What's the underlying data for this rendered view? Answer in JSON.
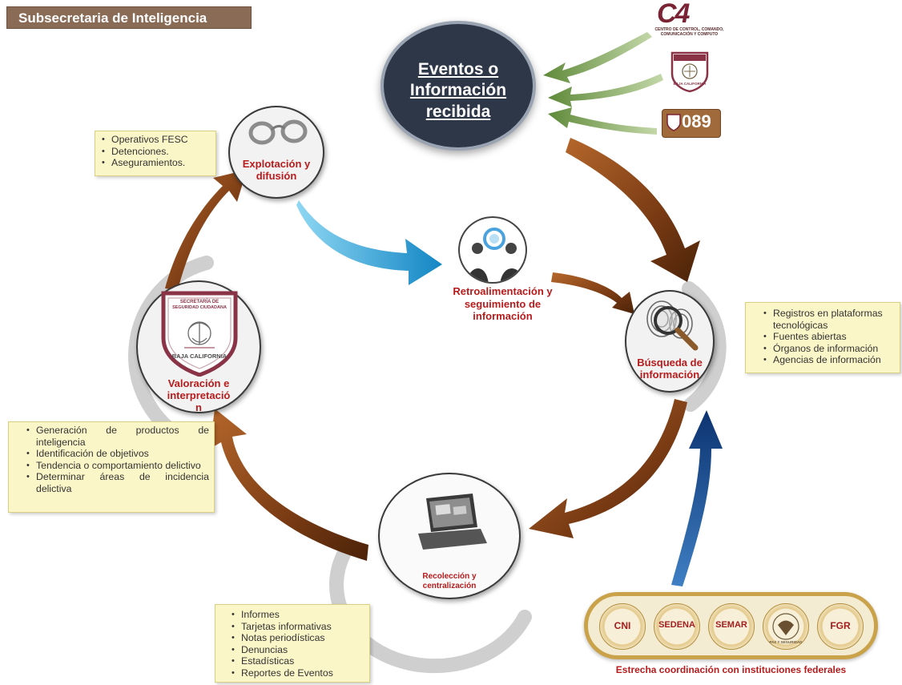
{
  "header": {
    "title": "Subsecretaria de Inteligencia"
  },
  "center": {
    "title_lines": [
      "Eventos o",
      "Información",
      "recibida"
    ]
  },
  "sources": {
    "c4": {
      "mark": "C4",
      "caption_lines": [
        "CENTRO DE CONTROL, COMANDO,",
        "COMUNICACIÓN Y COMPUTO"
      ]
    },
    "c5": {
      "caption": "BAJA CALIFORNIA"
    },
    "emergency": {
      "number": "089"
    }
  },
  "nodes": {
    "explotacion": {
      "label_lines": [
        "Explotación y",
        "difusión"
      ]
    },
    "busqueda": {
      "label_lines": [
        "Búsqueda de",
        "información"
      ]
    },
    "recoleccion": {
      "label_lines": [
        "Recolección y",
        "centralización"
      ]
    },
    "valoracion": {
      "label_lines": [
        "Valoración e",
        "interpretació",
        "n"
      ],
      "shield_top": [
        "SECRETARÍA DE",
        "SEGURIDAD CIUDADANA"
      ],
      "shield_bottom": "BAJA CALIFORNIA"
    }
  },
  "feedback": {
    "label_lines": [
      "Retroalimentación y",
      "seguimiento de",
      "información"
    ]
  },
  "notes": {
    "explotacion": [
      "Operativos FESC",
      "Detenciones.",
      "Aseguramientos."
    ],
    "busqueda": [
      "Registros en plataformas tecnológicas",
      "Fuentes abiertas",
      "Órganos de información",
      "Agencias de información"
    ],
    "valoracion": [
      "Generación de productos de inteligencia",
      "Identificación de objetivos",
      "Tendencia o comportamiento delictivo",
      "Determinar áreas de incidencia delictiva"
    ],
    "recoleccion": [
      "Informes",
      "Tarjetas informativas",
      "Notas periodísticas",
      "Denuncias",
      "Estadísticas",
      "Reportes de Eventos"
    ]
  },
  "federal": {
    "institutions": [
      "CNI",
      "SEDENA",
      "SEMAR",
      "",
      "FGR"
    ],
    "seal_rings": [
      "PAZ Y SEGURIDAD"
    ],
    "caption": "Estrecha coordinación con instituciones federales"
  },
  "colors": {
    "brown": "#7a3b14",
    "green": "#7a9a5a",
    "blue": "#29a3d6",
    "navy": "#0f3e7a",
    "red_label": "#b71c1c",
    "note_bg": "#fbf6c7",
    "gold": "#c9a24a"
  }
}
